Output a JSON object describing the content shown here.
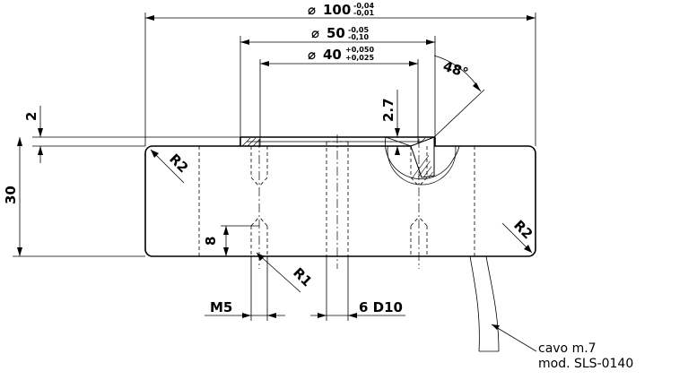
{
  "dimensions": {
    "d100": {
      "symbol": "⌀",
      "value": "100",
      "tol_upper": "-0,04",
      "tol_lower": "-0,01"
    },
    "d50": {
      "symbol": "⌀",
      "value": "50",
      "tol_upper": "-0,05",
      "tol_lower": "-0,10"
    },
    "d40": {
      "symbol": "⌀",
      "value": "40",
      "tol_upper": "+0,050",
      "tol_lower": "+0,025"
    },
    "angle": "48°",
    "depth_27": "2.7",
    "step_2": "2",
    "height_30": "30",
    "thread_depth_8": "8",
    "radius_top_left": "R2",
    "radius_bottom_right": "R2",
    "radius_thread": "R1",
    "thread": "M5",
    "pin_hole": "6 D10"
  },
  "notes": {
    "cable_line1": "cavo m.7",
    "cable_line2": "mod. SLS-0140"
  }
}
